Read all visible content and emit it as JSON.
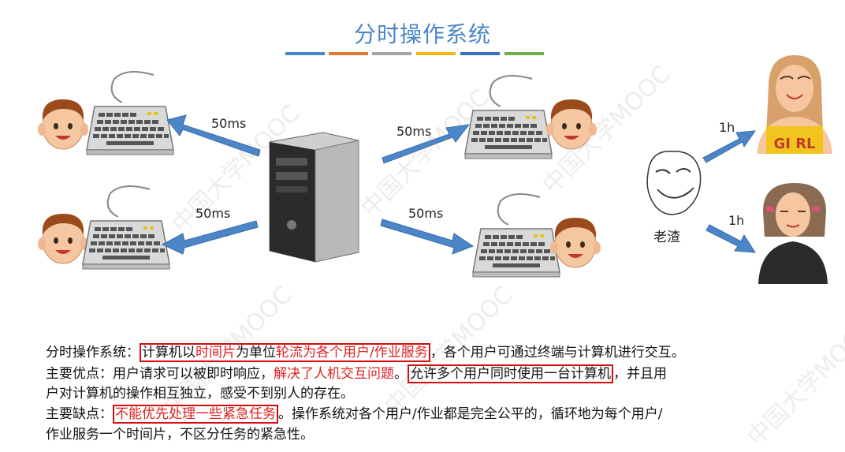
{
  "title": "分时操作系统",
  "title_bar_colors": [
    "#4a86c8",
    "#e07a2e",
    "#a5a5a5",
    "#f2b817",
    "#3a6fbd",
    "#6ab04c"
  ],
  "watermark": "中国大学MOOC",
  "arrows": {
    "top_left": "50ms",
    "top_right": "50ms",
    "bottom_left": "50ms",
    "bottom_right": "50ms",
    "to_girl": "1h",
    "to_woman": "1h"
  },
  "person_label": "老渣",
  "girl_shirt_text": "GI RL",
  "desc": {
    "line1": {
      "prefix": "分时操作系统：",
      "b1_a": "计算机以",
      "b1_b": "时间片",
      "b1_c": "为单位",
      "b1_d": "轮流为各个用户/作业服务",
      "suffix": "，各个用户可通过终端与计算机进行交互。"
    },
    "line2": {
      "prefix": "主要优点：用户请求可以被即时响应，",
      "red": "解决了人机交互问题",
      "mid": "。",
      "boxed": "允许多个用户同时使用一台计算机",
      "suffix": "，并且用"
    },
    "line3": "户对计算机的操作相互独立，感受不到别人的存在。",
    "line4": {
      "prefix": "主要缺点：",
      "boxed": "不能优先处理一些紧急任务",
      "suffix": "。操作系统对各个用户/作业都是完全公平的，循环地为每个用户/"
    },
    "line5": "作业服务一个时间片，不区分任务的紧急性。"
  }
}
